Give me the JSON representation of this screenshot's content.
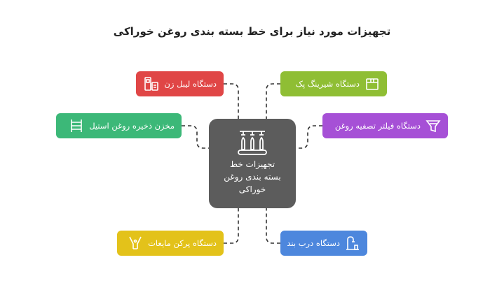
{
  "title": "تجهیزات مورد نیاز برای خط بسته بندی روغن خوراکی",
  "center": {
    "label": "تجهیزات خط\nبسته بندی روغن\nخوراکی",
    "icon": "bottles-conveyor-icon"
  },
  "items": {
    "label_machine": {
      "label": "دستگاه لیبل زن",
      "icon": "label-machine-icon",
      "color": "#e04646"
    },
    "storage_tank": {
      "label": "مخزن ذخیره روغن استیل",
      "icon": "shelving-tank-icon",
      "color": "#3cb878"
    },
    "liquid_filler": {
      "label": "دستگاه پرکن مایعات",
      "icon": "filler-nozzle-icon",
      "color": "#e3c21a"
    },
    "shrink_pack": {
      "label": "دستگاه شیرینگ پک",
      "icon": "package-box-icon",
      "color": "#8fbe34"
    },
    "oil_filter": {
      "label": "دستگاه فیلتر تصفیه روغن",
      "icon": "filter-funnel-icon",
      "color": "#a650d6"
    },
    "capper": {
      "label": "دستگاه درب بند",
      "icon": "capping-machine-icon",
      "color": "#4d87dd"
    }
  },
  "colors": {
    "center": "#5c5c5c",
    "connector": "#333333"
  }
}
